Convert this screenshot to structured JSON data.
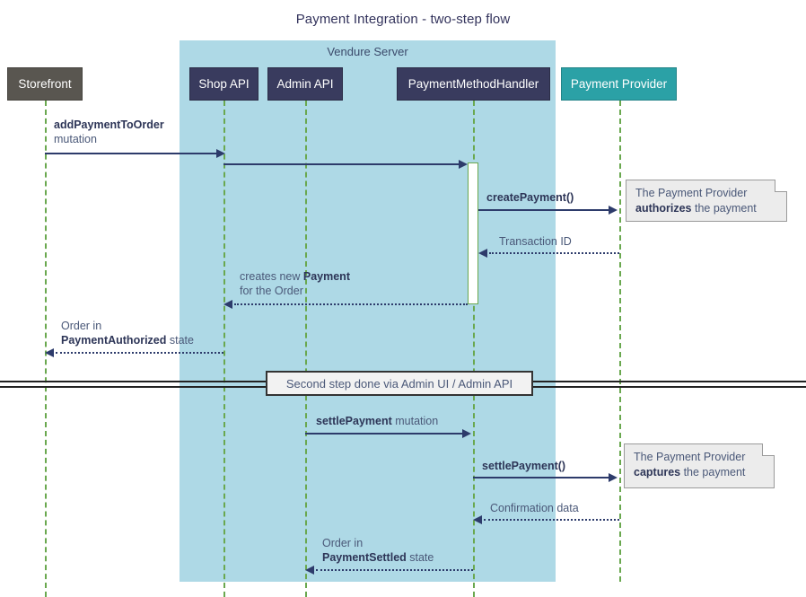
{
  "title": "Payment Integration - two-step flow",
  "group": {
    "label": "Vendure Server",
    "color": "#aed9e6"
  },
  "participants": [
    {
      "id": "storefront",
      "label": "Storefront",
      "color": "#595650"
    },
    {
      "id": "shop-api",
      "label": "Shop API",
      "color": "#393b5e"
    },
    {
      "id": "admin-api",
      "label": "Admin API",
      "color": "#393b5e"
    },
    {
      "id": "payment-method-handler",
      "label": "PaymentMethodHandler",
      "color": "#393b5e"
    },
    {
      "id": "payment-provider",
      "label": "Payment Provider",
      "color": "#2ba1a6"
    }
  ],
  "messages": [
    {
      "id": "add-payment-to-order",
      "label_bold": "addPaymentToOrder",
      "label_rest": "mutation",
      "style": "solid"
    },
    {
      "id": "shop-to-handler",
      "label_bold": "",
      "label_rest": "",
      "style": "solid"
    },
    {
      "id": "create-payment",
      "label_bold": "createPayment()",
      "label_rest": "",
      "style": "solid"
    },
    {
      "id": "transaction-id",
      "label_bold": "",
      "label_rest": "Transaction ID",
      "style": "dotted"
    },
    {
      "id": "creates-new-payment",
      "label_line1_rest": "creates new ",
      "label_line1_bold": "Payment",
      "label_line2": "for the Order",
      "style": "dotted"
    },
    {
      "id": "order-payment-authorized",
      "label_line1": "Order in",
      "label_line2_bold": "PaymentAuthorized",
      "label_line2_rest": " state",
      "style": "dotted"
    },
    {
      "id": "settle-payment-mutation",
      "label_bold": "settlePayment",
      "label_rest": " mutation",
      "style": "solid"
    },
    {
      "id": "settle-payment-call",
      "label_bold": "settlePayment()",
      "label_rest": "",
      "style": "solid"
    },
    {
      "id": "confirmation-data",
      "label_rest": "Confirmation data",
      "style": "dotted"
    },
    {
      "id": "order-payment-settled",
      "label_line1": "Order in",
      "label_line2_bold": "PaymentSettled",
      "label_line2_rest": " state",
      "style": "dotted"
    }
  ],
  "notes": [
    {
      "id": "note-authorize",
      "line1": "The Payment Provider",
      "bold": "authorizes",
      "rest": " the payment"
    },
    {
      "id": "note-capture",
      "line1": "The Payment Provider",
      "bold": "captures",
      "rest": " the payment"
    }
  ],
  "divider": {
    "label": "Second step done via Admin UI / Admin API"
  },
  "colors": {
    "arrow": "#2d3b6b",
    "lifeline": "#6aa84f",
    "note_bg": "#ececec",
    "group_bg": "#aed9e6",
    "text": "#4a5878"
  }
}
